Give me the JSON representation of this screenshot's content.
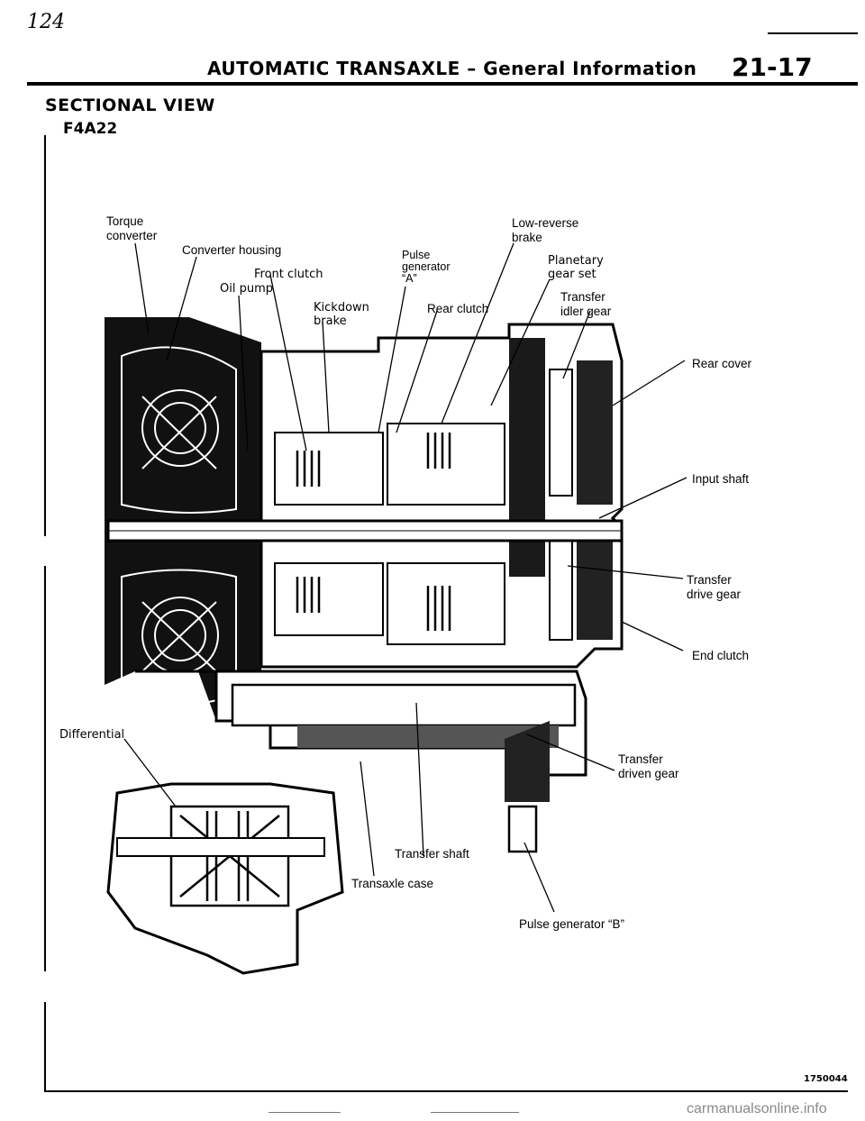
{
  "header": {
    "handwritten": "124",
    "title": "AUTOMATIC TRANSAXLE – General Information",
    "page_number": "21-17"
  },
  "section": {
    "title": "SECTIONAL VIEW",
    "model": "F4A22"
  },
  "labels": {
    "torque_converter_1": "Torque",
    "torque_converter_2": "converter",
    "converter_housing": "Converter housing",
    "front_clutch": "Front clutch",
    "oil_pump": "Oil pump",
    "kickdown_brake_1": "Kickdown",
    "kickdown_brake_2": "brake",
    "pulse_generator_a_1": "Pulse",
    "pulse_generator_a_2": "generator",
    "pulse_generator_a_3": "“A”",
    "rear_clutch": "Rear clutch",
    "low_reverse_brake_1": "Low-reverse",
    "low_reverse_brake_2": "brake",
    "planetary_gear_set_1": "Planetary",
    "planetary_gear_set_2": "gear set",
    "transfer_idler_gear_1": "Transfer",
    "transfer_idler_gear_2": "idler gear",
    "rear_cover": "Rear cover",
    "input_shaft": "Input shaft",
    "transfer_drive_gear_1": "Transfer",
    "transfer_drive_gear_2": "drive gear",
    "end_clutch": "End clutch",
    "differential": "Differential",
    "transfer_driven_gear_1": "Transfer",
    "transfer_driven_gear_2": "driven gear",
    "transfer_shaft": "Transfer shaft",
    "transaxle_case": "Transaxle case",
    "pulse_generator_b": "Pulse generator “B”"
  },
  "figure_number": "1750044",
  "footer": "carmanualsonline.info"
}
